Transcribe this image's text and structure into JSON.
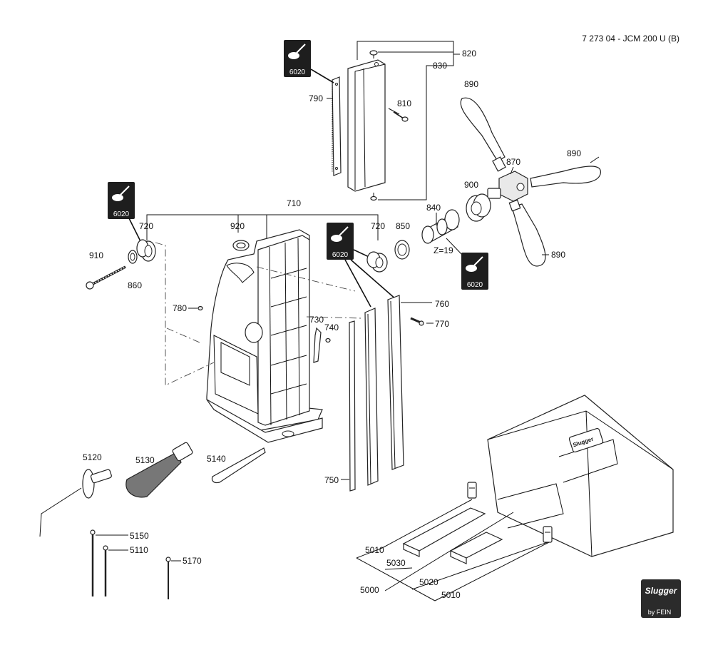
{
  "document_id": "7 273 04 - JCM 200 U (B)",
  "grease_symbol_code": "6020",
  "labels": {
    "p820": "820",
    "p830": "830",
    "p790": "790",
    "p810": "810",
    "p890a": "890",
    "p890b": "890",
    "p890c": "890",
    "p870": "870",
    "p900": "900",
    "p840": "840",
    "z19": "Z=19",
    "p710": "710",
    "p720a": "720",
    "p720b": "720",
    "p920": "920",
    "p850": "850",
    "p910": "910",
    "p860": "860",
    "p780": "780",
    "p730": "730",
    "p740": "740",
    "p760": "760",
    "p770": "770",
    "p750": "750",
    "p5120": "5120",
    "p5130": "5130",
    "p5140": "5140",
    "p5150": "5150",
    "p5110": "5110",
    "p5170": "5170",
    "p5010a": "5010",
    "p5030": "5030",
    "p5000": "5000",
    "p5020": "5020",
    "p5010b": "5010"
  },
  "logo": {
    "brand": "Slugger",
    "sub": "by FEIN"
  },
  "colors": {
    "ink": "#111111",
    "logo_bg": "#2b2b2b",
    "grease_bg": "#1e1e1e"
  }
}
